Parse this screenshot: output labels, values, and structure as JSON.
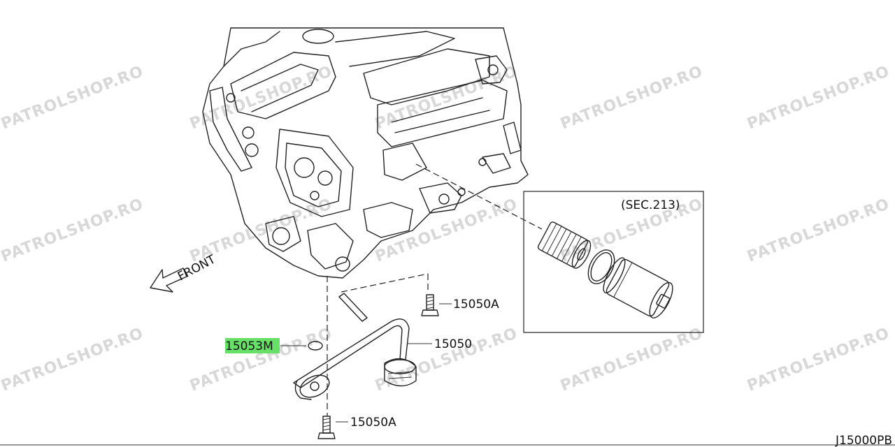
{
  "watermark": "PATROLSHOP.RO",
  "direction_label": "FRONT",
  "section_ref": "(SEC.213)",
  "diagram_code": "J15000PB",
  "highlight_color": "#66e066",
  "parts": [
    {
      "part_no": "15050A",
      "highlighted": false
    },
    {
      "part_no": "15053M",
      "highlighted": true
    },
    {
      "part_no": "15050",
      "highlighted": false
    },
    {
      "part_no": "15050A",
      "highlighted": false
    }
  ]
}
